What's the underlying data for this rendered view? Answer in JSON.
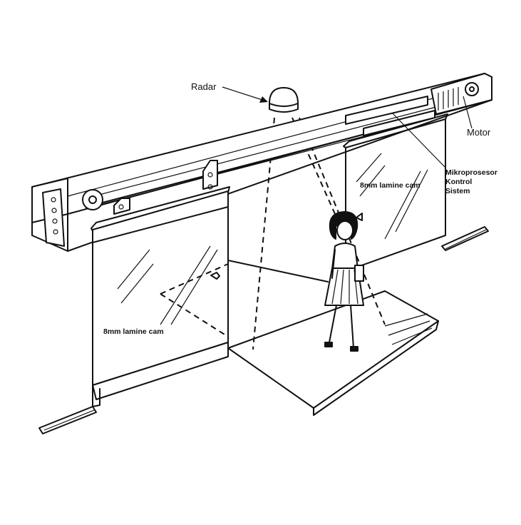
{
  "labels": {
    "radar": "Radar",
    "motor": "Motor",
    "controller_line1": "Mikroprosesor",
    "controller_line2": "Kontrol",
    "controller_line3": "Sistem",
    "left_glass": "8mm lamine cam",
    "right_glass": "8mm lamine cam"
  }
}
